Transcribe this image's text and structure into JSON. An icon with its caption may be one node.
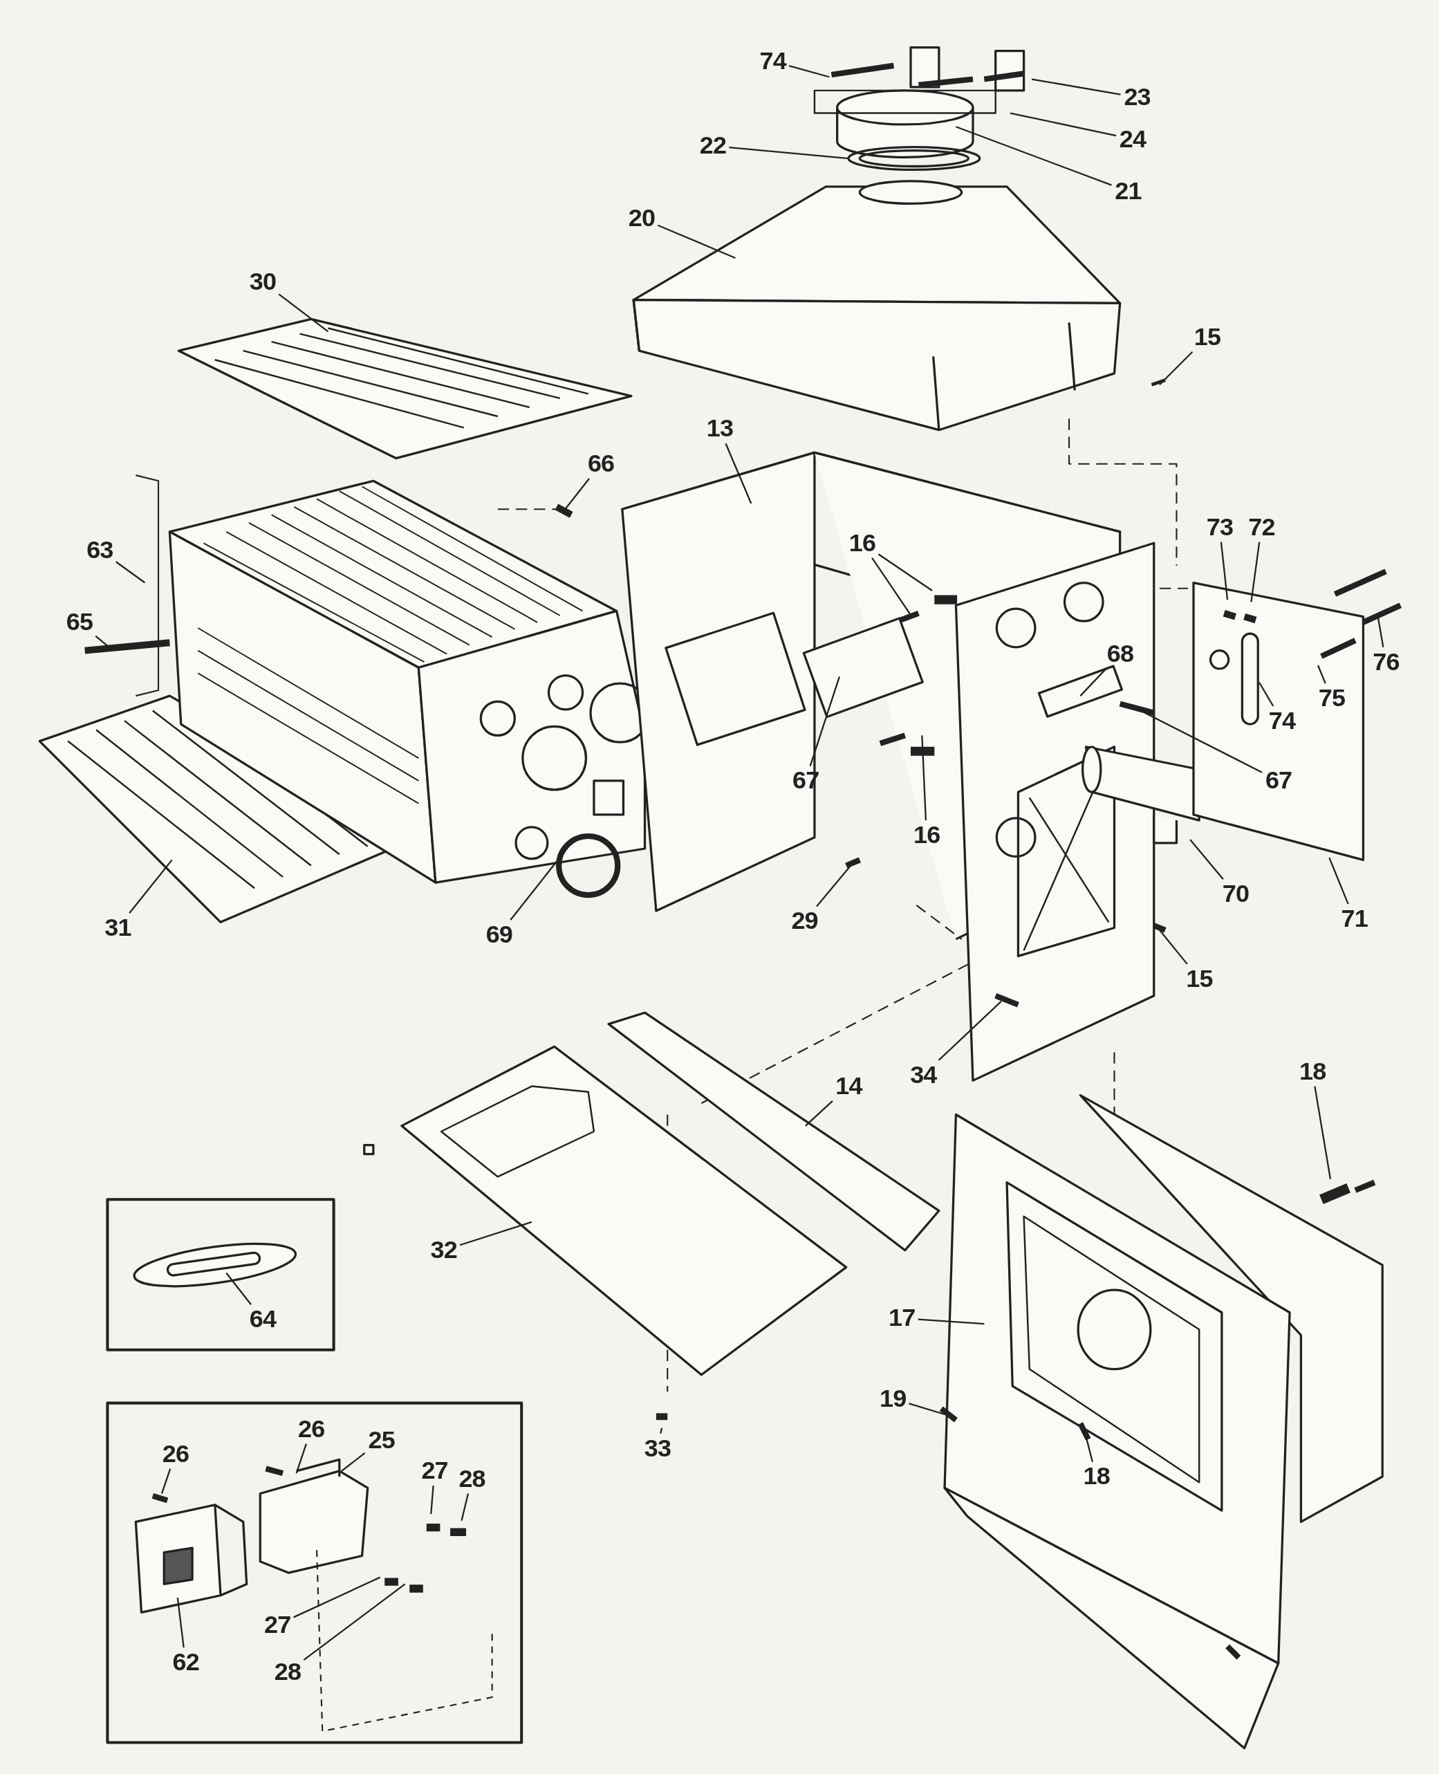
{
  "diagram": {
    "nodes": [
      {
        "text": [
          "74"
        ]
      },
      {
        "text": [
          "23"
        ]
      },
      {
        "text": [
          "24"
        ]
      },
      {
        "text": [
          "22"
        ]
      },
      {
        "text": [
          "21"
        ]
      },
      {
        "text": [
          "20"
        ]
      },
      {
        "text": [
          "30"
        ]
      },
      {
        "text": [
          "15"
        ]
      },
      {
        "text": [
          "13"
        ]
      },
      {
        "text": [
          "66"
        ]
      },
      {
        "text": [
          "73"
        ]
      },
      {
        "text": [
          "72"
        ]
      },
      {
        "text": [
          "16"
        ]
      },
      {
        "text": [
          "63"
        ]
      },
      {
        "text": [
          "65"
        ]
      },
      {
        "text": [
          "68"
        ]
      },
      {
        "text": [
          "76"
        ]
      },
      {
        "text": [
          "75"
        ]
      },
      {
        "text": [
          "74"
        ]
      },
      {
        "text": [
          "67"
        ]
      },
      {
        "text": [
          "67"
        ]
      },
      {
        "text": [
          "16"
        ]
      },
      {
        "text": [
          "70"
        ]
      },
      {
        "text": [
          "71"
        ]
      },
      {
        "text": [
          "29"
        ]
      },
      {
        "text": [
          "31"
        ]
      },
      {
        "text": [
          "69"
        ]
      },
      {
        "text": [
          "15"
        ]
      },
      {
        "text": [
          "18"
        ]
      },
      {
        "text": [
          "34"
        ]
      },
      {
        "text": [
          "14"
        ]
      },
      {
        "text": [
          "32"
        ]
      },
      {
        "text": [
          "64"
        ]
      },
      {
        "text": [
          "17"
        ]
      },
      {
        "text": [
          "19"
        ]
      },
      {
        "text": [
          "26"
        ]
      },
      {
        "text": [
          "25"
        ]
      },
      {
        "text": [
          "33"
        ]
      },
      {
        "text": [
          "26"
        ]
      },
      {
        "text": [
          "27"
        ]
      },
      {
        "text": [
          "18"
        ]
      },
      {
        "text": [
          "28"
        ]
      },
      {
        "text": [
          "27"
        ]
      },
      {
        "text": [
          "62"
        ]
      },
      {
        "text": [
          "28"
        ]
      }
    ],
    "edges": [
      {
        "from": 0,
        "to": null,
        "arrow": "none"
      },
      {
        "from": 1,
        "to": null,
        "arrow": "none"
      },
      {
        "from": 2,
        "to": null,
        "arrow": "none"
      },
      {
        "from": 3,
        "to": null,
        "arrow": "none"
      },
      {
        "from": 4,
        "to": null,
        "arrow": "none"
      },
      {
        "from": 5,
        "to": null,
        "arrow": "none"
      },
      {
        "from": 6,
        "to": null,
        "arrow": "none"
      },
      {
        "from": 7,
        "to": null,
        "arrow": "none"
      },
      {
        "from": 8,
        "to": null,
        "arrow": "none"
      },
      {
        "from": 9,
        "to": null,
        "arrow": "none"
      },
      {
        "from": 10,
        "to": null,
        "arrow": "none"
      },
      {
        "from": 11,
        "to": null,
        "arrow": "none"
      },
      {
        "from": 12,
        "to": null,
        "arrow": "none"
      },
      {
        "from": 12,
        "to": null,
        "arrow": "none"
      },
      {
        "from": 13,
        "to": null,
        "arrow": "none"
      },
      {
        "from": 14,
        "to": null,
        "arrow": "none"
      },
      {
        "from": 15,
        "to": null,
        "arrow": "none"
      },
      {
        "from": 16,
        "to": null,
        "arrow": "none"
      },
      {
        "from": 17,
        "to": null,
        "arrow": "none"
      },
      {
        "from": 18,
        "to": null,
        "arrow": "none"
      },
      {
        "from": 19,
        "to": null,
        "arrow": "none"
      },
      {
        "from": 20,
        "to": null,
        "arrow": "none"
      },
      {
        "from": 21,
        "to": null,
        "arrow": "none"
      },
      {
        "from": 22,
        "to": null,
        "arrow": "none"
      },
      {
        "from": 23,
        "to": null,
        "arrow": "none"
      },
      {
        "from": 24,
        "to": null,
        "arrow": "none"
      },
      {
        "from": 25,
        "to": null,
        "arrow": "none"
      },
      {
        "from": 26,
        "to": null,
        "arrow": "none"
      },
      {
        "from": 27,
        "to": null,
        "arrow": "none"
      },
      {
        "from": 28,
        "to": null,
        "arrow": "none"
      },
      {
        "from": 29,
        "to": null,
        "arrow": "none"
      },
      {
        "from": 30,
        "to": null,
        "arrow": "none"
      },
      {
        "from": 31,
        "to": null,
        "arrow": "none"
      },
      {
        "from": 32,
        "to": null,
        "arrow": "none"
      },
      {
        "from": 33,
        "to": null,
        "arrow": "none"
      },
      {
        "from": 34,
        "to": null,
        "arrow": "none"
      },
      {
        "from": 35,
        "to": null,
        "arrow": "none"
      },
      {
        "from": 36,
        "to": null,
        "arrow": "none"
      },
      {
        "from": 37,
        "to": null,
        "arrow": "none"
      },
      {
        "from": 38,
        "to": null,
        "arrow": "none"
      },
      {
        "from": 39,
        "to": null,
        "arrow": "none"
      },
      {
        "from": 40,
        "to": null,
        "arrow": "none"
      },
      {
        "from": 41,
        "to": null,
        "arrow": "none"
      },
      {
        "from": 42,
        "to": null,
        "arrow": "none"
      },
      {
        "from": 43,
        "to": null,
        "arrow": "none"
      },
      {
        "from": 44,
        "to": null,
        "arrow": "none"
      }
    ]
  }
}
